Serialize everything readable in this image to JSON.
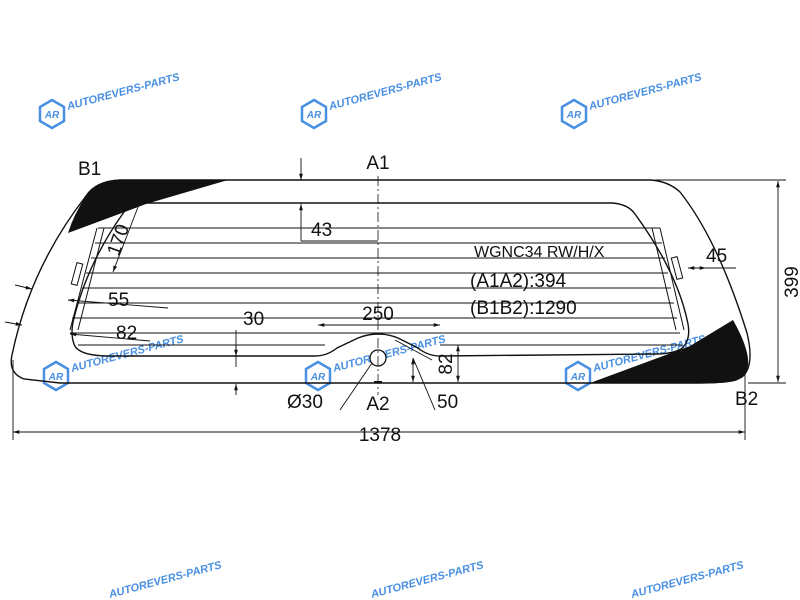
{
  "colors": {
    "line": "#111111",
    "fill_black": "#111111",
    "watermark": "#4a90e2"
  },
  "watermark": {
    "text": "AUTOREVERS-PARTS",
    "icon": "ar-logo-icon",
    "logo_text": "AR"
  },
  "part_code": "WGNC34 RW/H/X",
  "corners": {
    "a1": "A1",
    "a2": "A2",
    "b1": "B1",
    "b2": "B2"
  },
  "diagonals": {
    "a1a2": "(A1A2):394",
    "b1b2": "(B1B2):1290"
  },
  "dimensions": {
    "d170": "170",
    "d43": "43",
    "d45": "45",
    "d55": "55",
    "d82_left": "82",
    "d30": "30",
    "d250": "250",
    "d82_right": "82",
    "d399": "399",
    "d1378": "1378",
    "d_dia30": "Ø30",
    "d50": "50"
  }
}
